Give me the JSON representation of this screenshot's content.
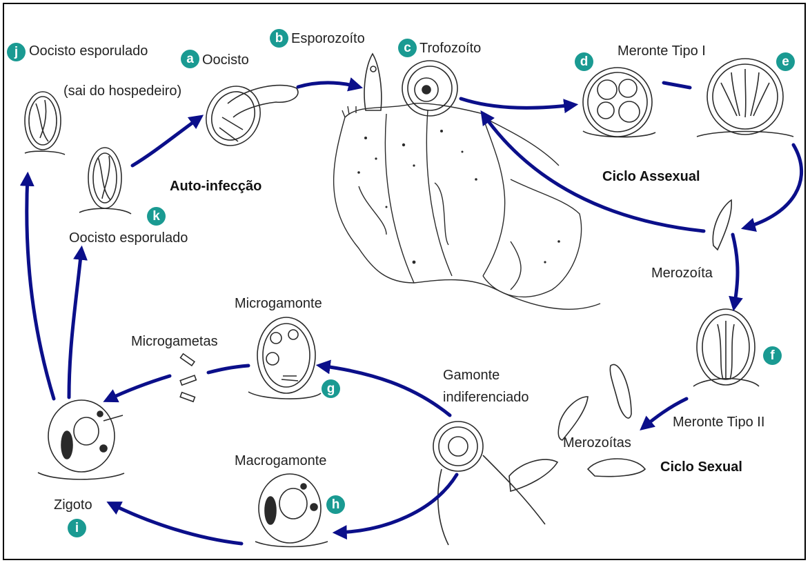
{
  "colors": {
    "arrow": "#0b0f8a",
    "badge": "#1a9a92",
    "ink": "#2a2a2a"
  },
  "stages": {
    "a": {
      "badge": "a",
      "label": "Oocisto"
    },
    "b": {
      "badge": "b",
      "label": "Esporozoíto"
    },
    "c": {
      "badge": "c",
      "label": "Trofozoíto"
    },
    "d": {
      "badge": "d"
    },
    "d_e_label": "Meronte Tipo I",
    "e": {
      "badge": "e"
    },
    "f": {
      "badge": "f",
      "label": "Meronte Tipo II"
    },
    "g": {
      "badge": "g",
      "label": "Microgamonte"
    },
    "h": {
      "badge": "h",
      "label": "Macrogamonte"
    },
    "i": {
      "badge": "i",
      "label": "Zigoto"
    },
    "j": {
      "badge": "j",
      "label": "Oocisto esporulado",
      "note": "(sai do hospedeiro)"
    },
    "k": {
      "badge": "k",
      "label": "Oocisto esporulado"
    }
  },
  "labels": {
    "merozoita": "Merozoíta",
    "merozoitas": "Merozoítas",
    "microgametas": "Microgametas",
    "gamonte_line1": "Gamonte",
    "gamonte_line2": "indiferenciado"
  },
  "cycles": {
    "auto": "Auto-infecção",
    "assexual": "Ciclo Assexual",
    "sexual": "Ciclo Sexual"
  }
}
